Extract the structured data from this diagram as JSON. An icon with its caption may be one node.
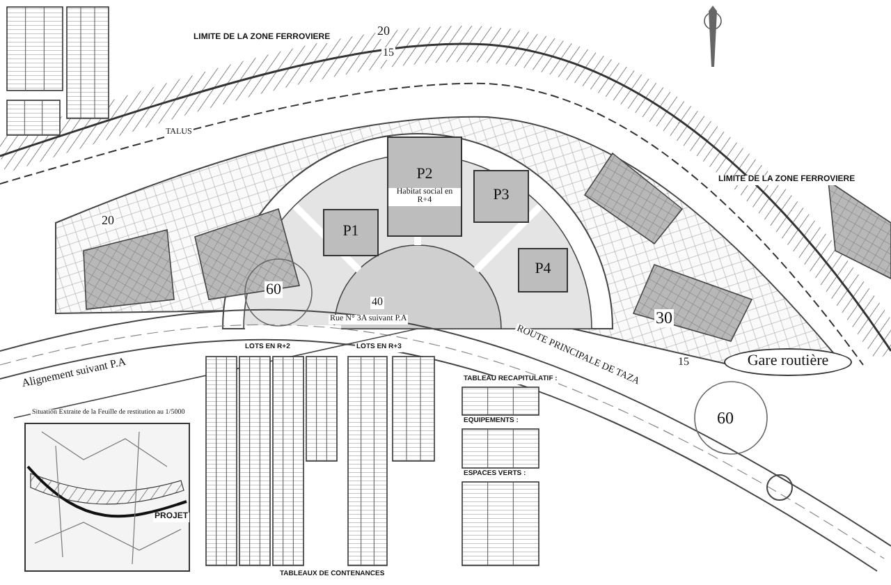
{
  "diagram": {
    "nodes": [
      {
        "text": [
          "P1"
        ]
      },
      {
        "text": [
          "P2",
          "Habitat social en R+4"
        ]
      },
      {
        "text": [
          "P3"
        ]
      },
      {
        "text": [
          "P4"
        ]
      },
      {
        "text": [
          "Gare routière"
        ]
      }
    ],
    "labels": [
      "LIMITE DE LA ZONE FERROVIERE",
      "20",
      "15",
      "TALUS",
      "LIMITE DE LA ZONE FERROVIERE",
      "20",
      "60",
      "40",
      "Rue N° 3A suivant P.A",
      "30",
      "15",
      "ROUTE PRINCIPALE DE TAZA",
      "60",
      "Alignement suivant P.A",
      "LOTS EN R+2",
      "LOTS EN R+3",
      "TABLEAU RECAPITULATIF :",
      "EQUIPEMENTS :",
      "ESPACES VERTS :",
      "Situation Extraite de la Feuille de restitution au 1/5000",
      "PROJET",
      "TABLEAUX DE CONTENANCES"
    ]
  }
}
